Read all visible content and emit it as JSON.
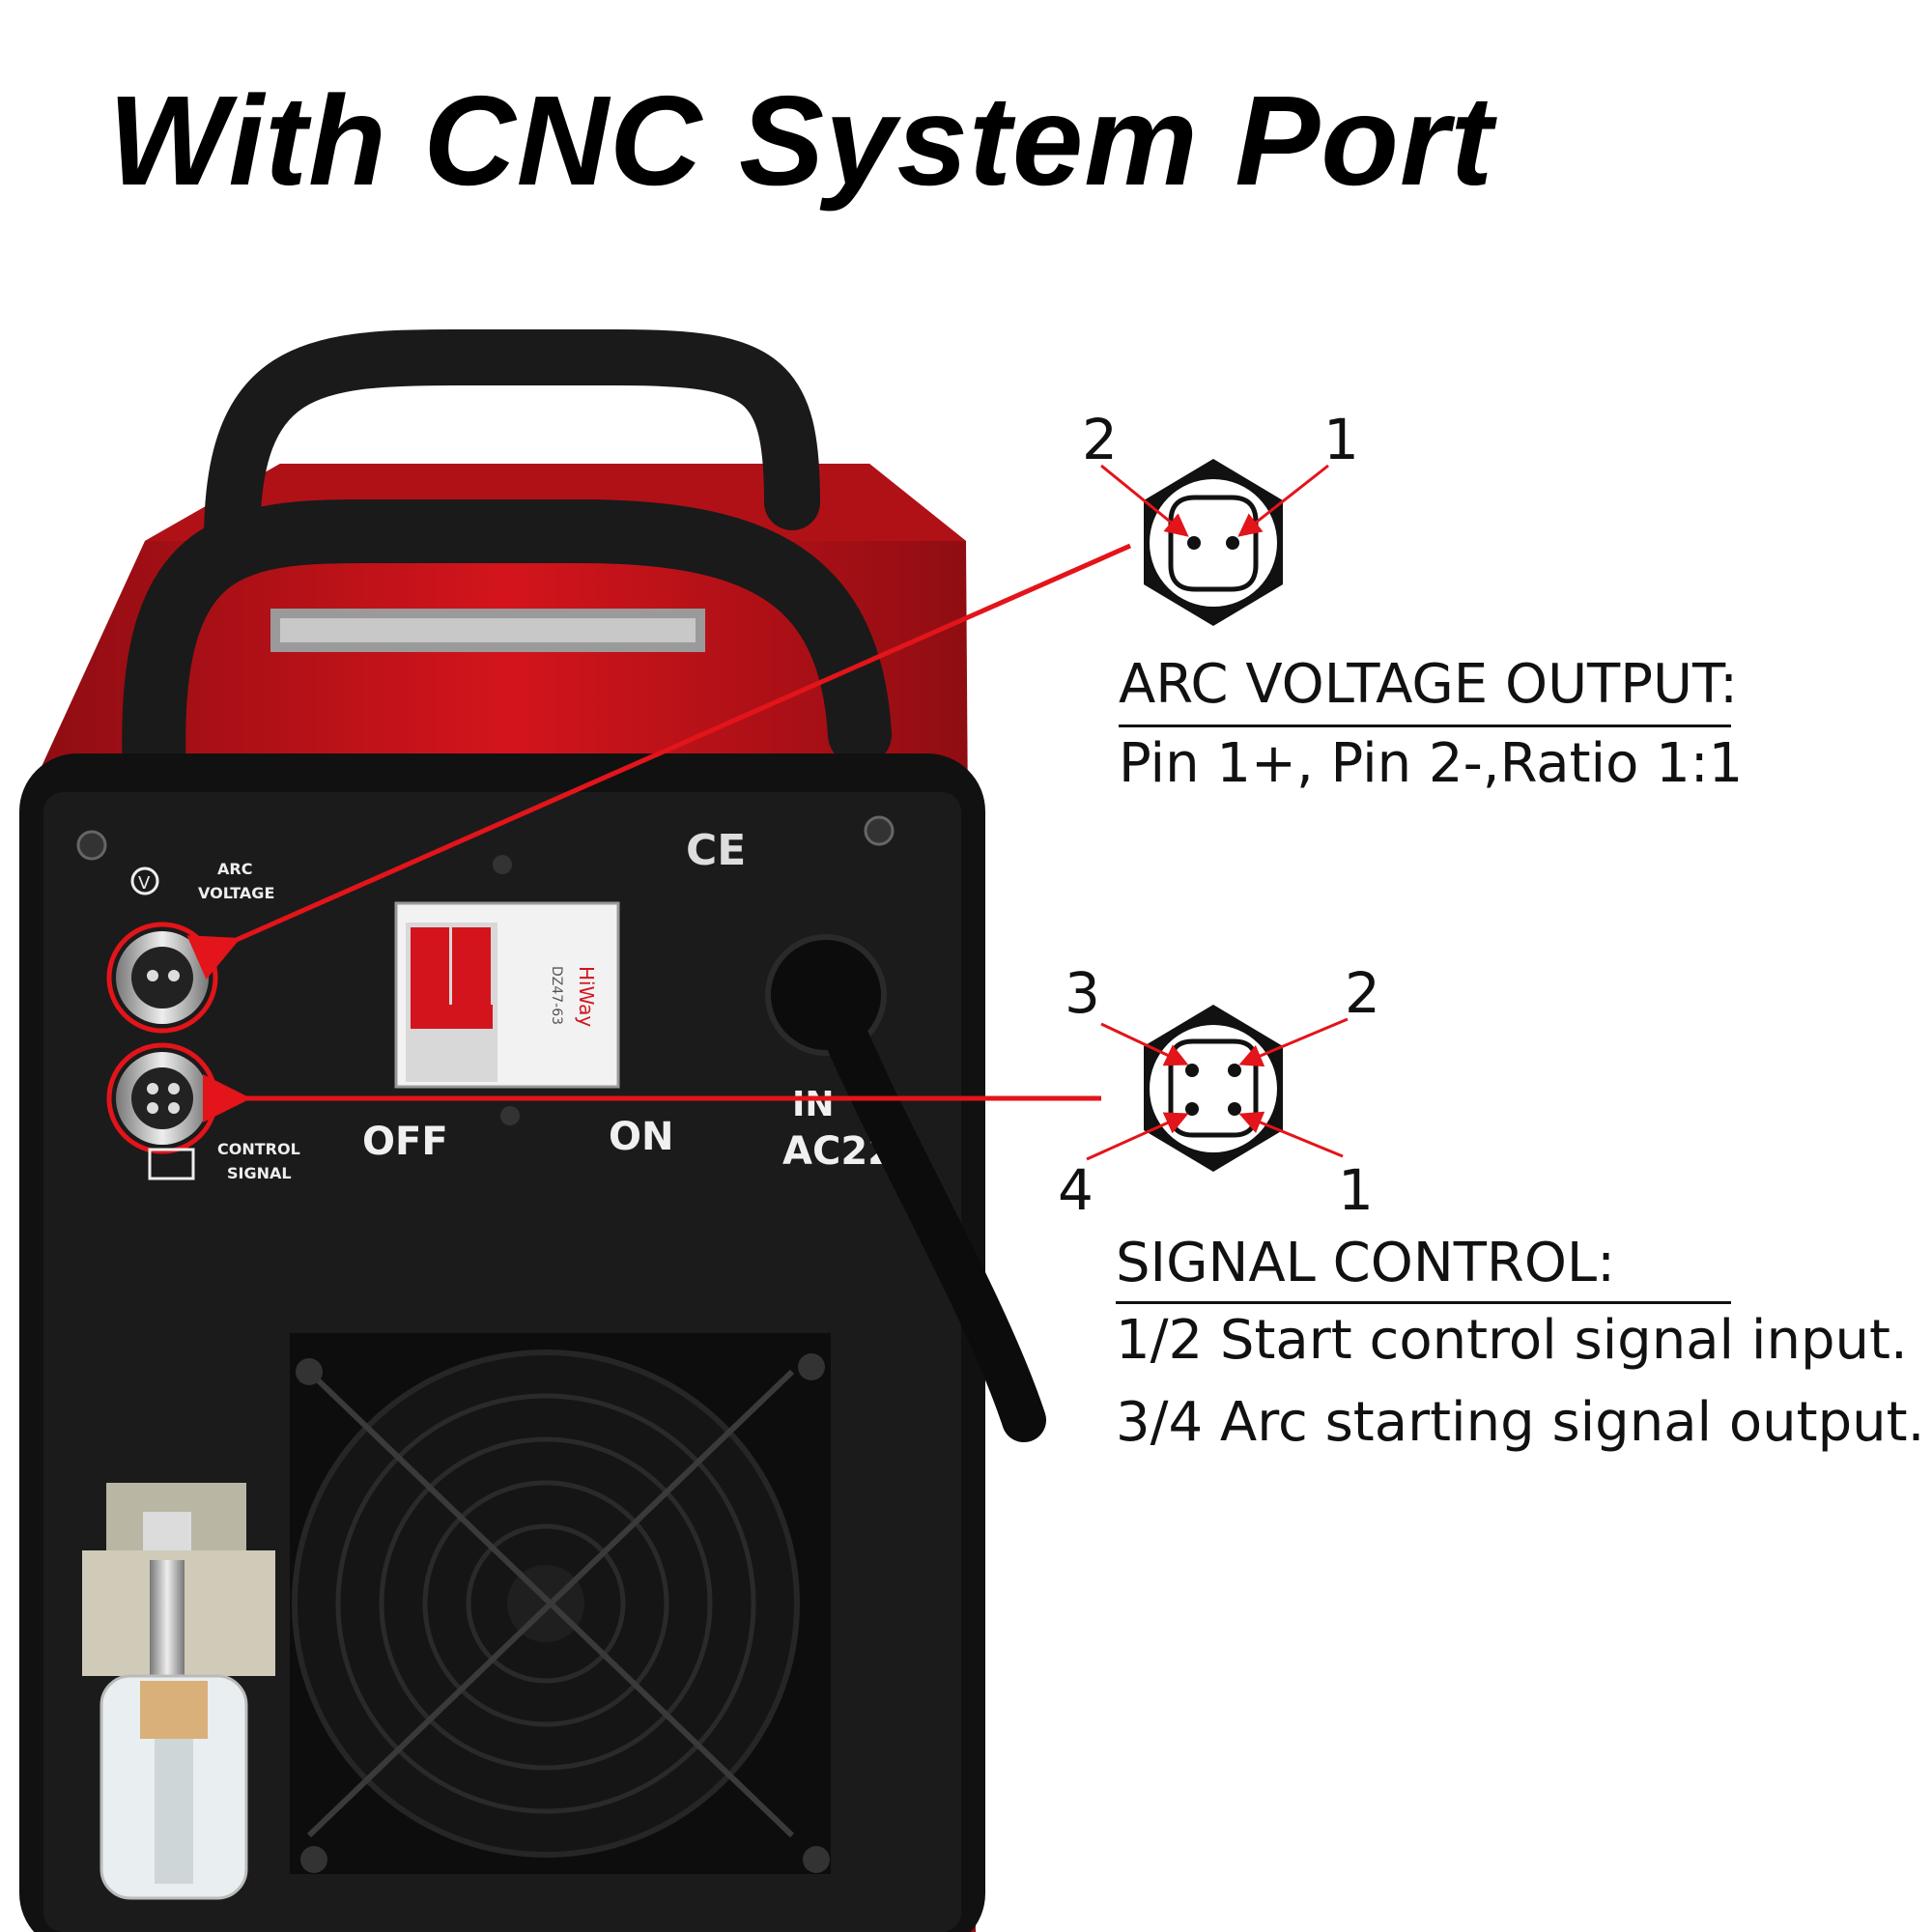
{
  "title": "With CNC System Port",
  "machine": {
    "arc_port_label_1": "ARC",
    "arc_port_label_2": "VOLTAGE",
    "control_port_label_1": "CONTROL",
    "control_port_label_2": "SIGNAL",
    "breaker_brand": "HiWay",
    "breaker_model": "DZ47-63",
    "switch_off": "OFF",
    "switch_on": "ON",
    "input_label_1": "IN",
    "input_label_2": "AC22",
    "ce_mark": "CE"
  },
  "arc_connector": {
    "pins": [
      "2",
      "1"
    ],
    "heading": "ARC VOLTAGE OUTPUT:",
    "detail": "Pin 1+, Pin 2-,Ratio 1:1"
  },
  "signal_connector": {
    "pins": [
      "3",
      "2",
      "4",
      "1"
    ],
    "heading": "SIGNAL CONTROL:",
    "lines": [
      "1/2 Start control signal input.",
      "3/4 Arc starting signal output."
    ]
  },
  "colors": {
    "body_red": "#d4141c",
    "panel_black": "#151515",
    "arrow_red": "#e3141a"
  }
}
